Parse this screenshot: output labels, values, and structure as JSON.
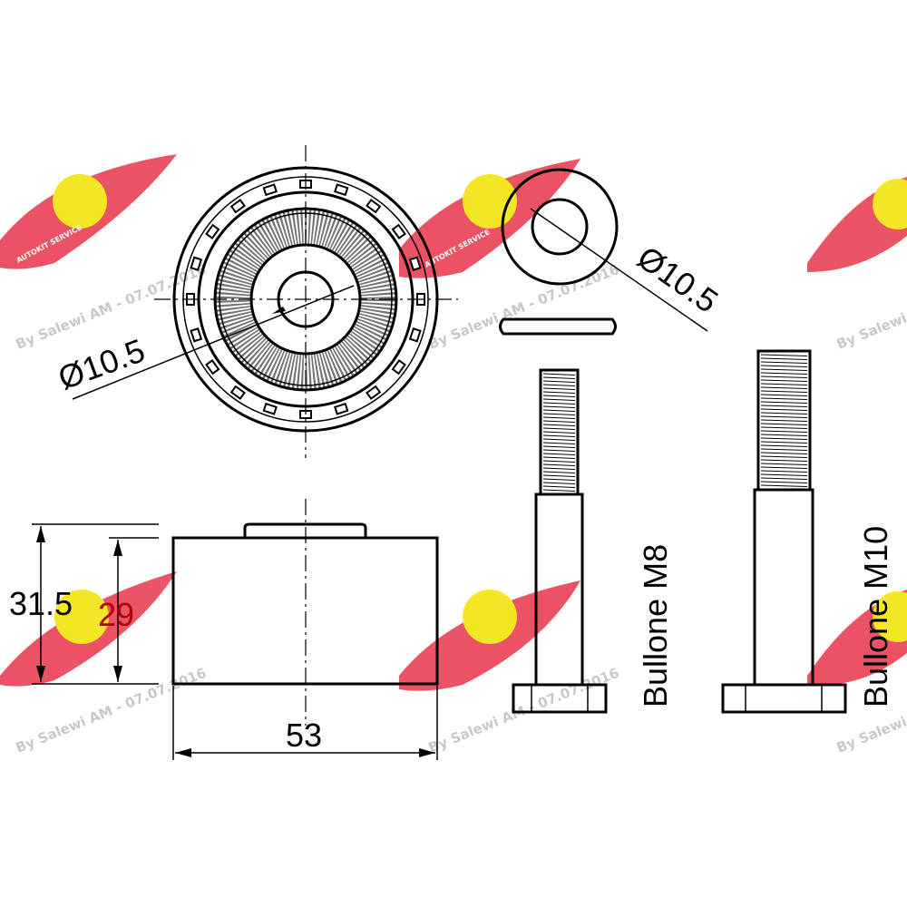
{
  "watermark": {
    "credit": "By Salewi AM - 07.07.2016",
    "logo_text": "AUTOKIT SERVICE",
    "accent_color": "#e8364a",
    "logo_color": "#f2e200"
  },
  "dimensions": {
    "hole_diameter_pulley": "Ø10.5",
    "hole_diameter_washer": "Ø10.5",
    "total_height": "31.5",
    "body_height": "29",
    "width": "53"
  },
  "bolts": {
    "m8_label": "Bullone M8",
    "m10_label": "Bullone M10"
  },
  "colors": {
    "line": "#000000",
    "dim_highlight": "#b00000"
  }
}
